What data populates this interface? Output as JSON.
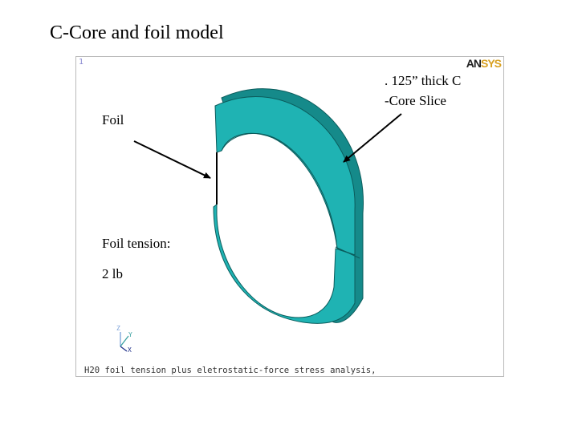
{
  "slide": {
    "title": "C-Core and foil model"
  },
  "viewport": {
    "window_number": "1",
    "logo": {
      "part1": "AN",
      "part2": "SYS"
    },
    "footer": "H20 foil tension plus eletrostatic-force stress analysis,"
  },
  "annotations": {
    "slice_line1": ". 125” thick C",
    "slice_line2": "-Core Slice",
    "foil": "Foil",
    "tension_label": "Foil tension:",
    "tension_value": "2 lb"
  },
  "triad": {
    "z": "Z",
    "y": "Y",
    "x": "X"
  },
  "colors": {
    "core_fill": "#1fb3b3",
    "core_edge": "#0b5c5c",
    "core_side": "#158a8a",
    "arrow": "#000000"
  }
}
